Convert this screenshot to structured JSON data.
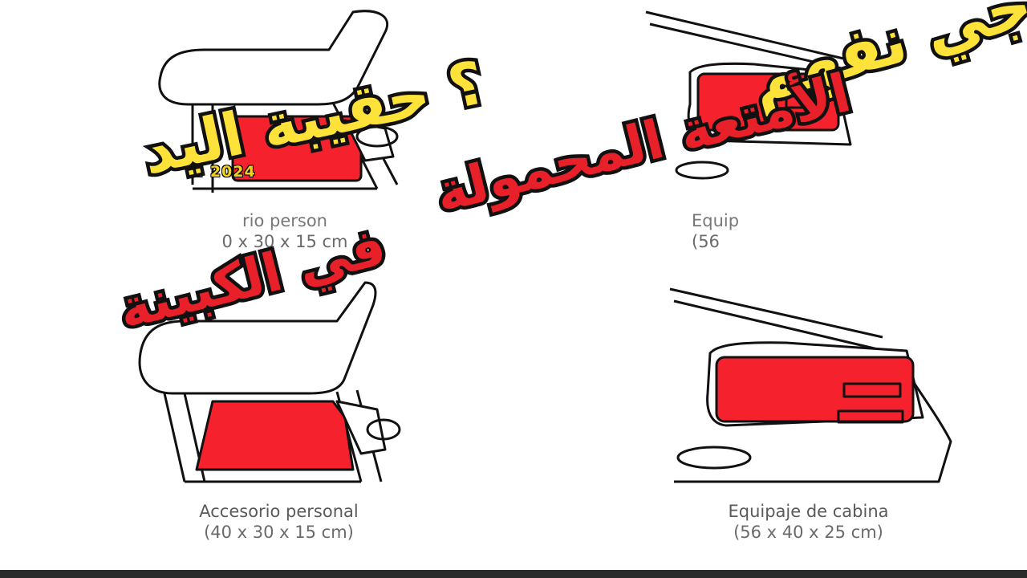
{
  "headline": {
    "line1": "أجي نفهم",
    "line2": "؟ حقيبة اليد",
    "line3": "الأمتعة المحمولة",
    "line4": "في الكبينة"
  },
  "stamp_text": "2 2024",
  "captions": {
    "top_left": {
      "name": "rio person",
      "dims": "0 x 30 x 15 cm"
    },
    "top_right": {
      "name": "Equip",
      "dims": "(56"
    },
    "bottom_left": {
      "name": "Accesorio personal",
      "dims": "(40 x 30 x 15 cm)"
    },
    "bottom_right": {
      "name": "Equipaje de cabina",
      "dims": "(56 x 40 x 25 cm)"
    }
  },
  "colors": {
    "bag_red": "#f5222d",
    "headline_yellow": "#fde23a",
    "headline_red": "#e8202a",
    "outline": "#111111"
  }
}
